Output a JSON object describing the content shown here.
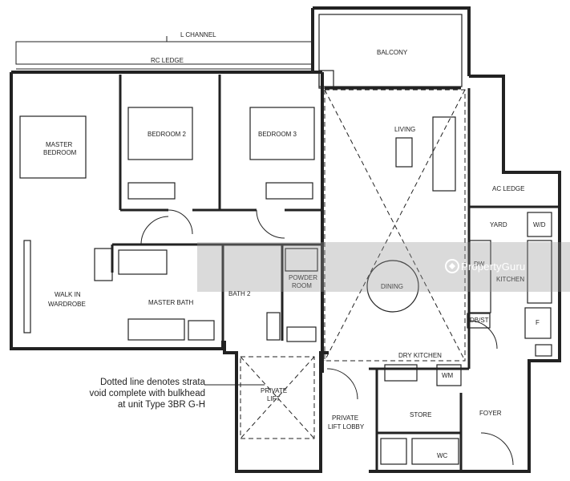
{
  "plan": {
    "labels": {
      "l_channel": "L CHANNEL",
      "rc_ledge": "RC LEDGE",
      "balcony": "BALCONY",
      "master_bedroom_1": "MASTER",
      "master_bedroom_2": "BEDROOM",
      "bedroom2": "BEDROOM 2",
      "bedroom3": "BEDROOM 3",
      "living": "LIVING",
      "ac_ledge": "AC LEDGE",
      "yard": "YARD",
      "wd": "W/D",
      "dw": "DW",
      "kitchen": "KITCHEN",
      "walk_in_1": "WALK IN",
      "walk_in_2": "WARDROBE",
      "master_bath": "MASTER BATH",
      "bath2": "BATH 2",
      "powder_1": "POWDER",
      "powder_2": "ROOM",
      "dining": "DINING",
      "db_st": "DB/ST",
      "f": "F",
      "dry_kitchen": "DRY KITCHEN",
      "wm": "WM",
      "private_lift_1": "PRIVATE",
      "private_lift_2": "LIFT",
      "private_lobby_1": "PRIVATE",
      "private_lobby_2": "LIFT LOBBY",
      "store": "STORE",
      "foyer": "FOYER",
      "wc": "WC"
    },
    "note": [
      "Dotted line denotes strata",
      "void complete with bulkhead",
      "at unit Type 3BR G-H"
    ],
    "watermark": "PropertyGuru"
  }
}
